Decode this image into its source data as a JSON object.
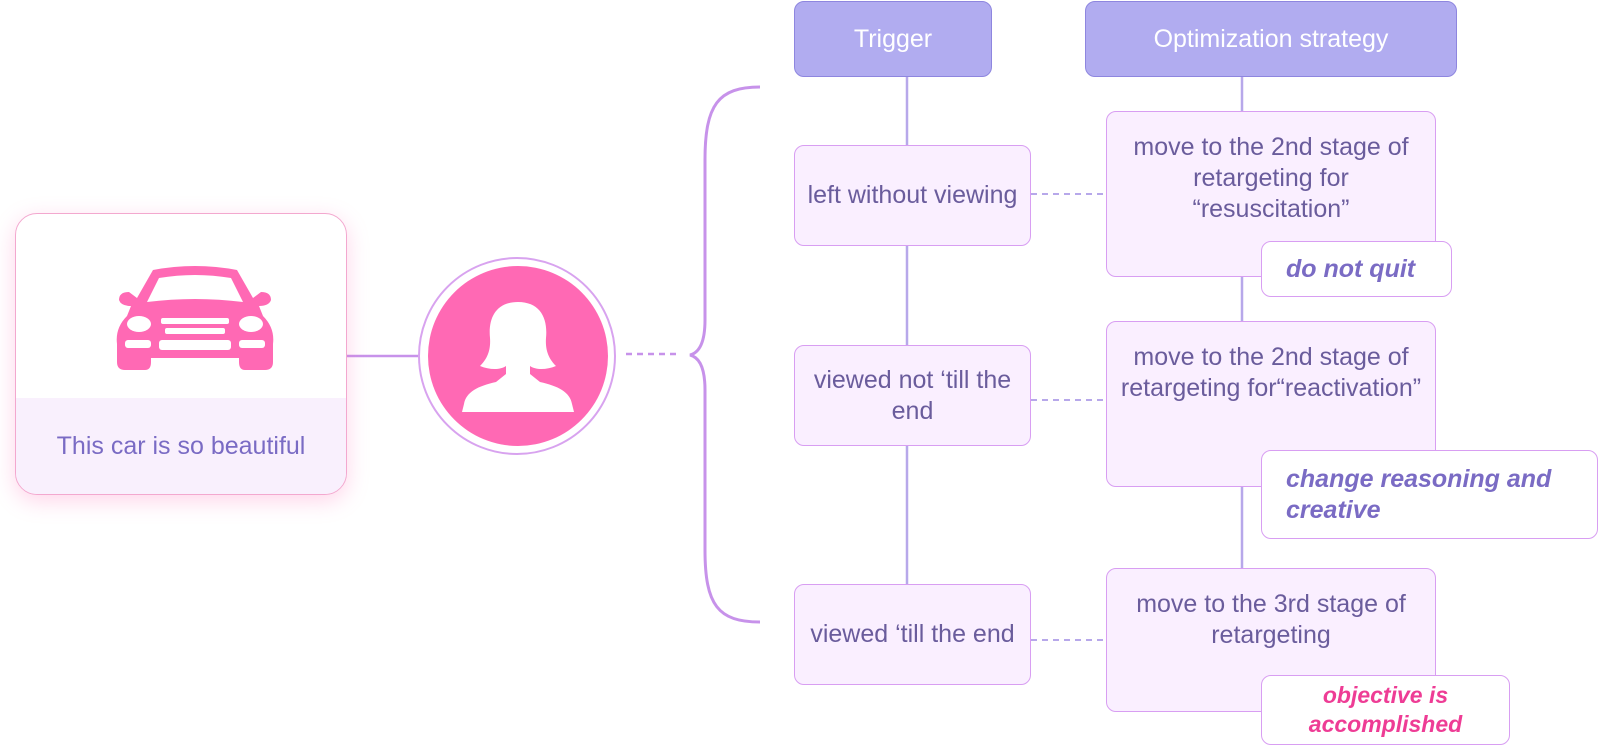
{
  "ad": {
    "caption": "This car is so beautiful"
  },
  "icons": {
    "car": "car-icon",
    "user": "user-icon"
  },
  "columns": {
    "trigger": "Trigger",
    "strategy": "Optimization strategy"
  },
  "rows": [
    {
      "trigger": "left without viewing",
      "strategy": "move to the 2nd stage of retargeting for “resuscitation”",
      "note": "do not quit"
    },
    {
      "trigger": "viewed not ‘till the end",
      "strategy": "move to the 2nd stage of retargeting for“reactivation”",
      "note": "change reasoning and creative"
    },
    {
      "trigger": "viewed ‘till the end",
      "strategy": "move to the 3rd stage of retargeting",
      "note": "objective is accomplished"
    }
  ],
  "colors": {
    "pink": "#ff69b4",
    "header": "#b1acf0",
    "box_fill": "#faefff",
    "border": "#d89ef2",
    "text": "#6a5c9c",
    "note_highlight": "#ee3c95"
  }
}
